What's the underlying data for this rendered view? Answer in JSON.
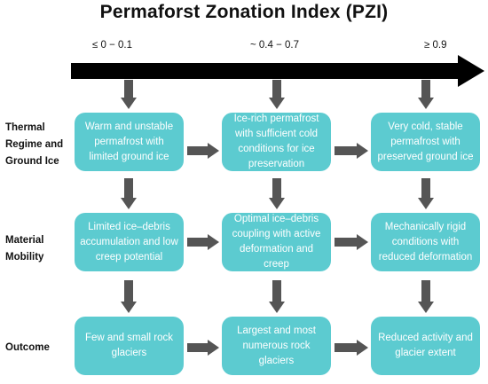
{
  "title": "Permaforst Zonation Index (PZI)",
  "pzi_labels": [
    "≤ 0 − 0.1",
    "~ 0.4 − 0.7",
    "≥ 0.9"
  ],
  "rows": [
    {
      "label": "Thermal Regime and Ground Ice",
      "label_lines": [
        "Thermal",
        "Regime and",
        "Ground Ice"
      ],
      "boxes": [
        "Warm and unstable permafrost with limited ground ice",
        "Ice-rich permafrost with sufficient cold conditions for ice preservation",
        "Very cold, stable permafrost with preserved ground ice"
      ]
    },
    {
      "label": "Material Mobility",
      "label_lines": [
        "Material",
        "Mobility"
      ],
      "boxes": [
        "Limited ice–debris accumulation and low creep potential",
        "Optimal ice–debris coupling with active deformation and creep",
        "Mechanically rigid conditions with reduced deformation"
      ]
    },
    {
      "label": "Outcome",
      "label_lines": [
        "Outcome"
      ],
      "boxes": [
        "Few and small rock glaciers",
        "Largest and most numerous rock glaciers",
        "Reduced activity and glacier extent"
      ]
    }
  ],
  "colors": {
    "box": "#5ccbd0",
    "arrow": "#555555",
    "axis": "#000000"
  }
}
